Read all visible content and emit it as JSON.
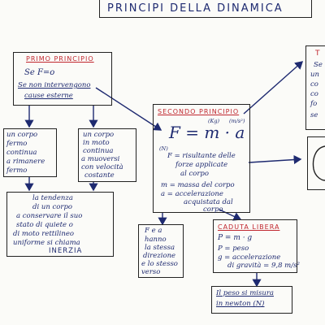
{
  "title": "PRINCIPI DELLA DINAMICA",
  "primo": {
    "heading": "PRIMO PRINCIPIO",
    "formula": "Se F=o",
    "line1": "Se non intervengono",
    "line2": "cause esterne"
  },
  "box_fermo": [
    "un corpo",
    "fermo",
    "continua",
    "a rimanere",
    "fermo"
  ],
  "box_moto": [
    "un corpo",
    "in moto",
    "continua",
    "a muoversi",
    "con velocità",
    "costante"
  ],
  "inerzia": [
    "la tendenza",
    "di un corpo",
    "a conservare il suo",
    "stato di quiete o",
    "di moto rettilineo",
    "uniforme si chiama",
    "INERZIA"
  ],
  "secondo": {
    "heading": "SECONDO PRINCIPIO",
    "formula": "F = m · a",
    "unit_kg": "(Kg)",
    "unit_acc": "(m/s²)",
    "unit_n": "(N)",
    "defs": [
      "F = risultante delle",
      "forze applicate",
      "al corpo",
      "m = massa del corpo",
      "a = accelerazione",
      "acquistata dal",
      "corpo"
    ]
  },
  "vector_note": [
    "F e a",
    "hanno",
    "la stessa",
    "direzione",
    "e lo stesso",
    "verso"
  ],
  "caduta": {
    "heading": "CADUTA LIBERA",
    "lines": [
      "P = m · g",
      "P = peso",
      "g = accelerazione",
      "di gravità = 9,8 m/s²"
    ]
  },
  "peso_note": [
    "Il peso si misura",
    "in newton (N)"
  ],
  "terzo": {
    "heading": "T",
    "lines": [
      "Se",
      "un",
      "co",
      "co",
      "fo",
      "se"
    ]
  }
}
